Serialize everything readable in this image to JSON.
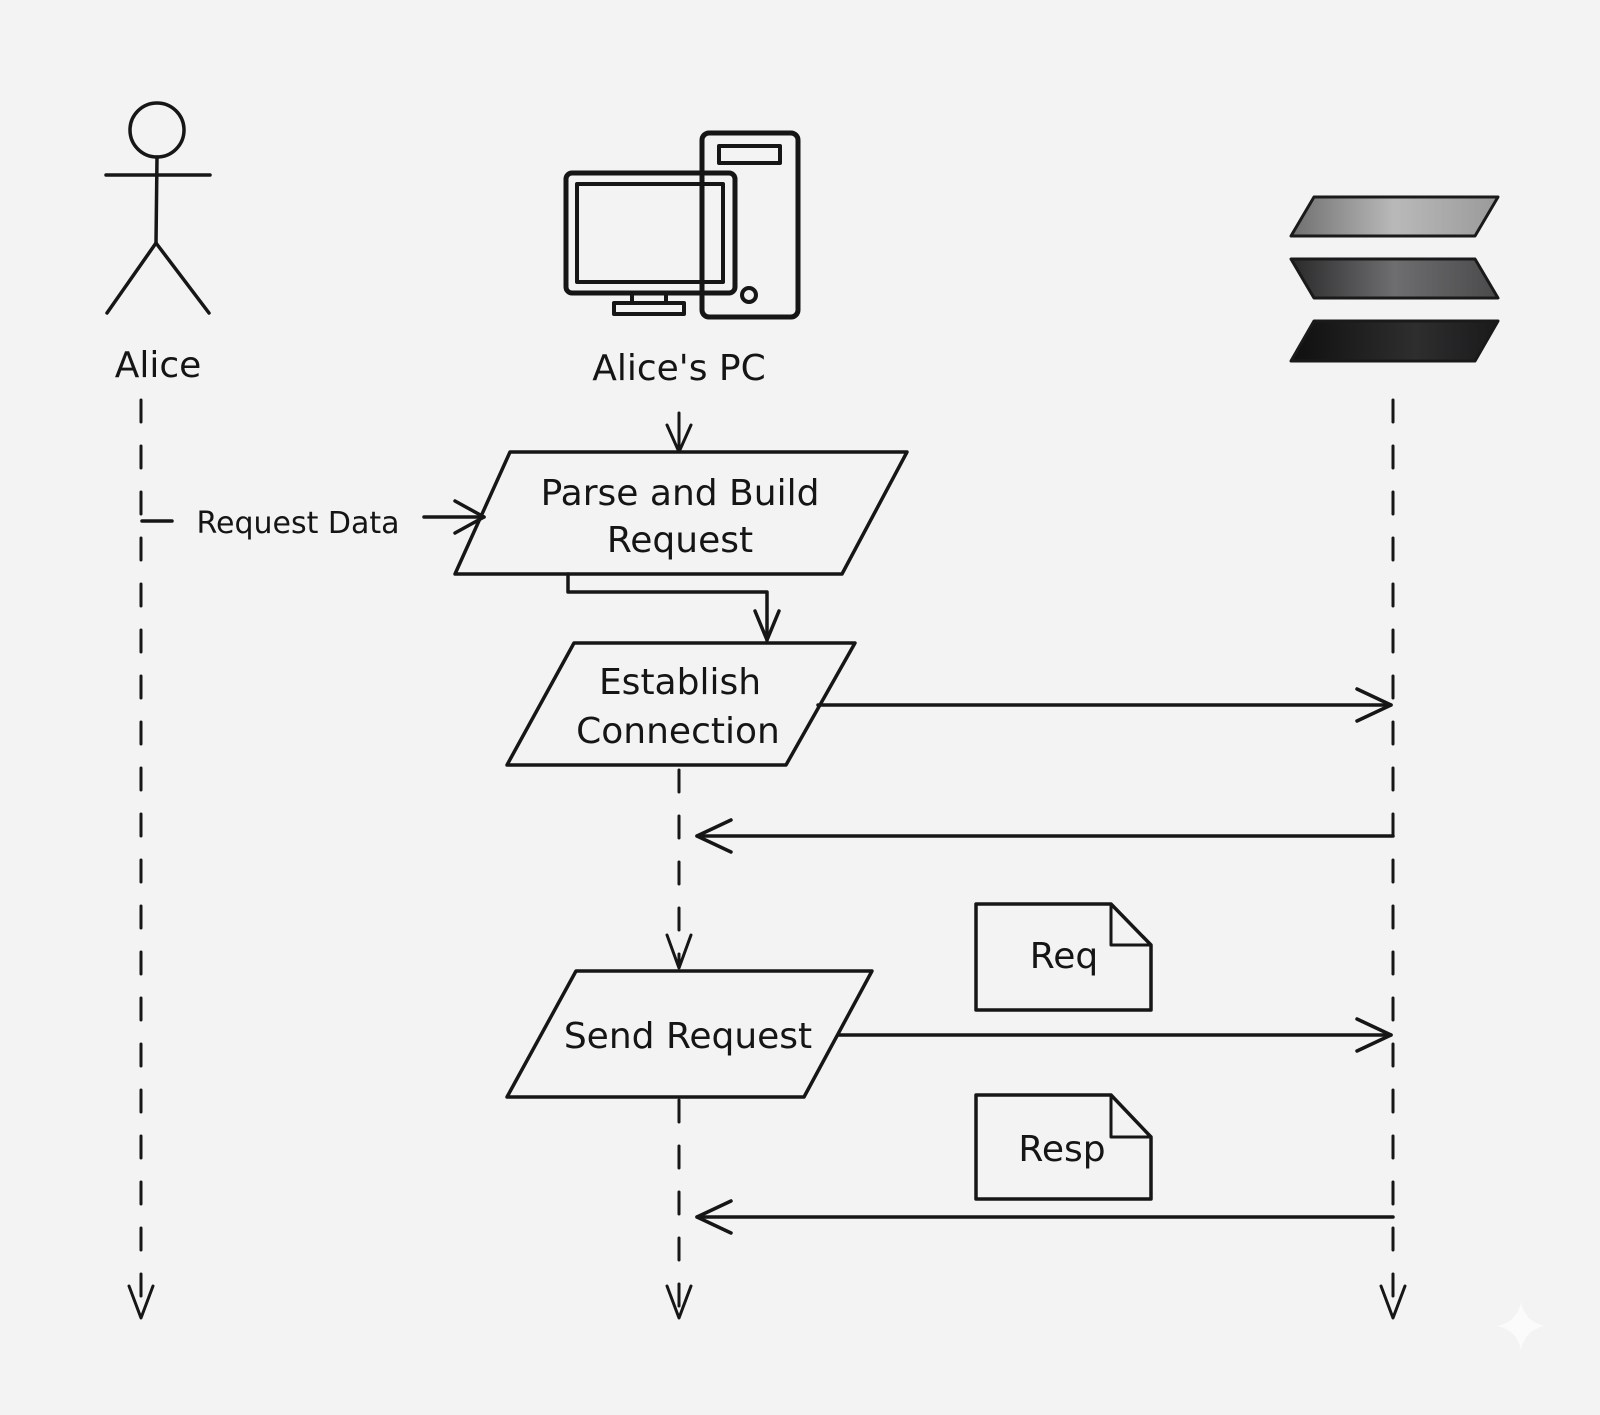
{
  "diagram_type": "sequence-diagram",
  "style": "hand-drawn sketch",
  "colors": {
    "background": "#f3f3f4",
    "ink": "#161616",
    "hatch": "#9a9a9a"
  },
  "participants": [
    {
      "id": "alice",
      "label": "Alice",
      "icon": "stick-figure-icon"
    },
    {
      "id": "pc",
      "label": "Alice's PC",
      "icon": "desktop-computer-icon"
    },
    {
      "id": "server",
      "label": "",
      "icon": "stacked-server-layers-icon"
    }
  ],
  "processes": [
    {
      "id": "parse",
      "lines": [
        "Parse and Build",
        "Request"
      ]
    },
    {
      "id": "establish",
      "lines": [
        "Establish",
        "Connection"
      ]
    },
    {
      "id": "send",
      "lines": [
        "Send Request"
      ]
    }
  ],
  "messages": [
    {
      "from": "alice",
      "to": "parse",
      "label": "Request Data"
    },
    {
      "from": "pc",
      "to": "parse",
      "label": ""
    },
    {
      "from": "parse",
      "to": "establish",
      "label": ""
    },
    {
      "from": "establish",
      "to": "server",
      "label": ""
    },
    {
      "from": "server",
      "to": "pc",
      "label": ""
    },
    {
      "from": "establish",
      "to": "send",
      "label": ""
    },
    {
      "from": "send",
      "to": "server",
      "label": ""
    },
    {
      "from": "server",
      "to": "pc",
      "label": ""
    }
  ],
  "documents": [
    {
      "id": "req-doc",
      "label": "Req"
    },
    {
      "id": "resp-doc",
      "label": "Resp"
    }
  ]
}
